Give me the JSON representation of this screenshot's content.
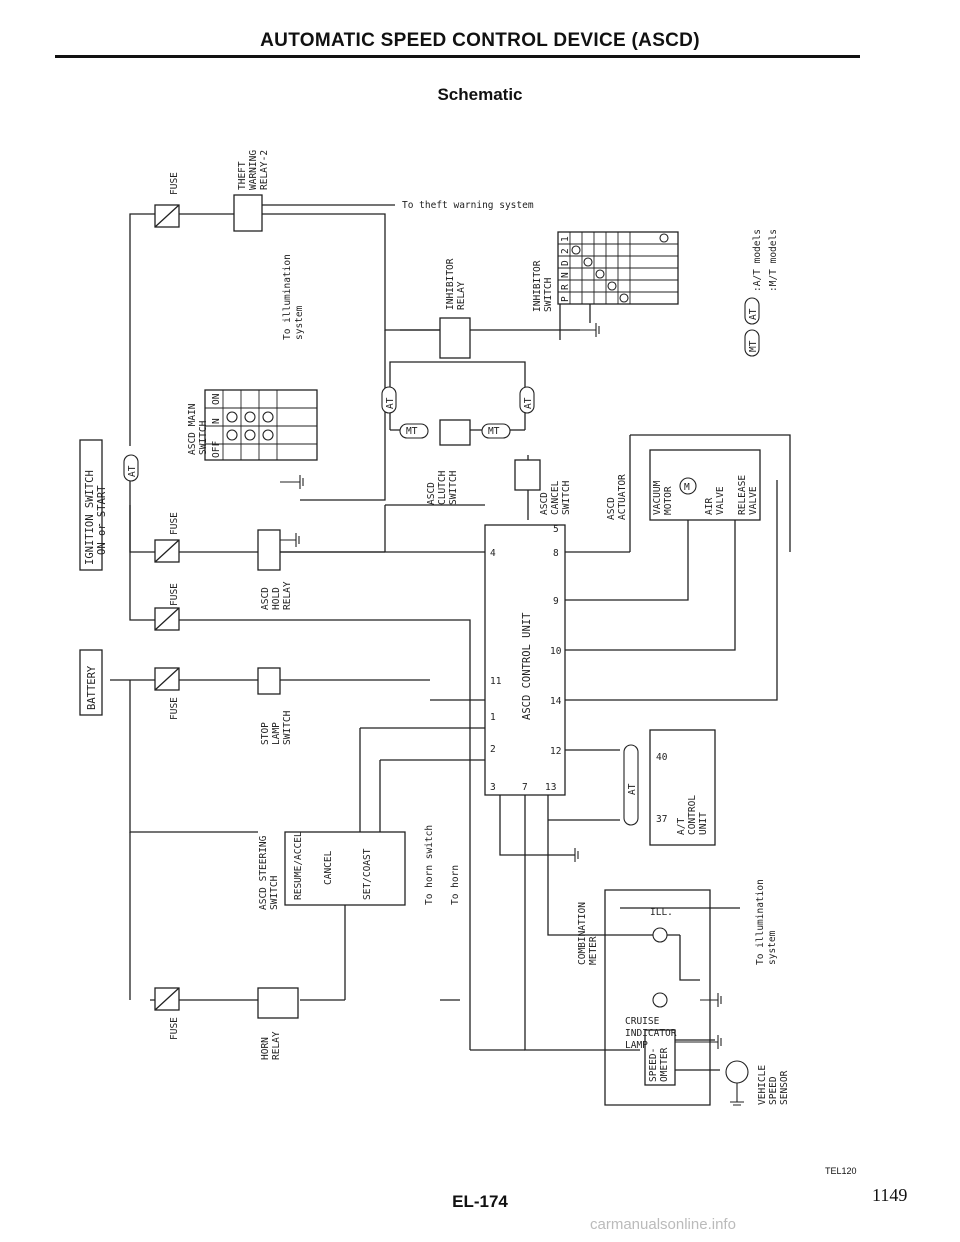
{
  "header": {
    "title": "AUTOMATIC SPEED CONTROL DEVICE (ASCD)",
    "subtitle": "Schematic"
  },
  "labels": {
    "fuse": "FUSE",
    "theft_relay": [
      "THEFT",
      "WARNING",
      "RELAY-2"
    ],
    "to_theft": "To theft warning system",
    "ignition_switch": [
      "IGNITION SWITCH",
      "ON or START"
    ],
    "battery": "BATTERY",
    "illum": [
      "To illumination",
      "system"
    ],
    "ascd_main_switch": [
      "ASCD MAIN",
      "SWITCH"
    ],
    "main_switch_cols": [
      "OFF",
      "N",
      "ON"
    ],
    "inhibitor_relay": [
      "INHIBITOR",
      "RELAY"
    ],
    "inhibitor_switch": [
      "INHIBITOR",
      "SWITCH"
    ],
    "inhibitor_cols": [
      "P",
      "R",
      "N",
      "D",
      "2",
      "1"
    ],
    "at_badge": "AT",
    "mt_badge": "MT",
    "legend_at": ":A/T models",
    "legend_mt": ":M/T models",
    "clutch_switch": [
      "ASCD",
      "CLUTCH",
      "SWITCH"
    ],
    "cancel_switch": [
      "ASCD",
      "CANCEL",
      "SWITCH"
    ],
    "actuator": [
      "ASCD",
      "ACTUATOR"
    ],
    "vacuum_motor": [
      "VACUUM",
      "MOTOR"
    ],
    "m": "M",
    "air_valve": [
      "AIR",
      "VALVE"
    ],
    "release_valve": [
      "RELEASE",
      "VALVE"
    ],
    "hold_relay": [
      "ASCD",
      "HOLD",
      "RELAY"
    ],
    "control_unit": "ASCD CONTROL UNIT",
    "pins_left": [
      "4",
      "11",
      "1",
      "2",
      "3"
    ],
    "pins_right": [
      "5",
      "8",
      "9",
      "10",
      "14",
      "12",
      "7",
      "13"
    ],
    "stop_lamp": [
      "STOP",
      "LAMP",
      "SWITCH"
    ],
    "steering_switch": [
      "ASCD STEERING",
      "SWITCH"
    ],
    "steer_buttons": [
      "RESUME/ACCEL",
      "CANCEL",
      "SET/COAST"
    ],
    "to_horn_switch": "To horn switch",
    "to_horn": "To horn",
    "at_control_unit": [
      "A/T",
      "CONTROL",
      "UNIT"
    ],
    "at_pins": [
      "40",
      "37"
    ],
    "combination_meter": [
      "COMBINATION",
      "METER"
    ],
    "ill": "ILL.",
    "cruise_indicator": [
      "CRUISE",
      "INDICATOR",
      "LAMP"
    ],
    "speedometer": [
      "SPEED-",
      "OMETER"
    ],
    "vehicle_speed_sensor": [
      "VEHICLE",
      "SPEED",
      "SENSOR"
    ],
    "horn_relay": [
      "HORN",
      "RELAY"
    ]
  },
  "footer": {
    "ref": "TEL120",
    "page": "EL-174",
    "manual_page": "1149",
    "watermark": "carmanualsonline.info"
  }
}
